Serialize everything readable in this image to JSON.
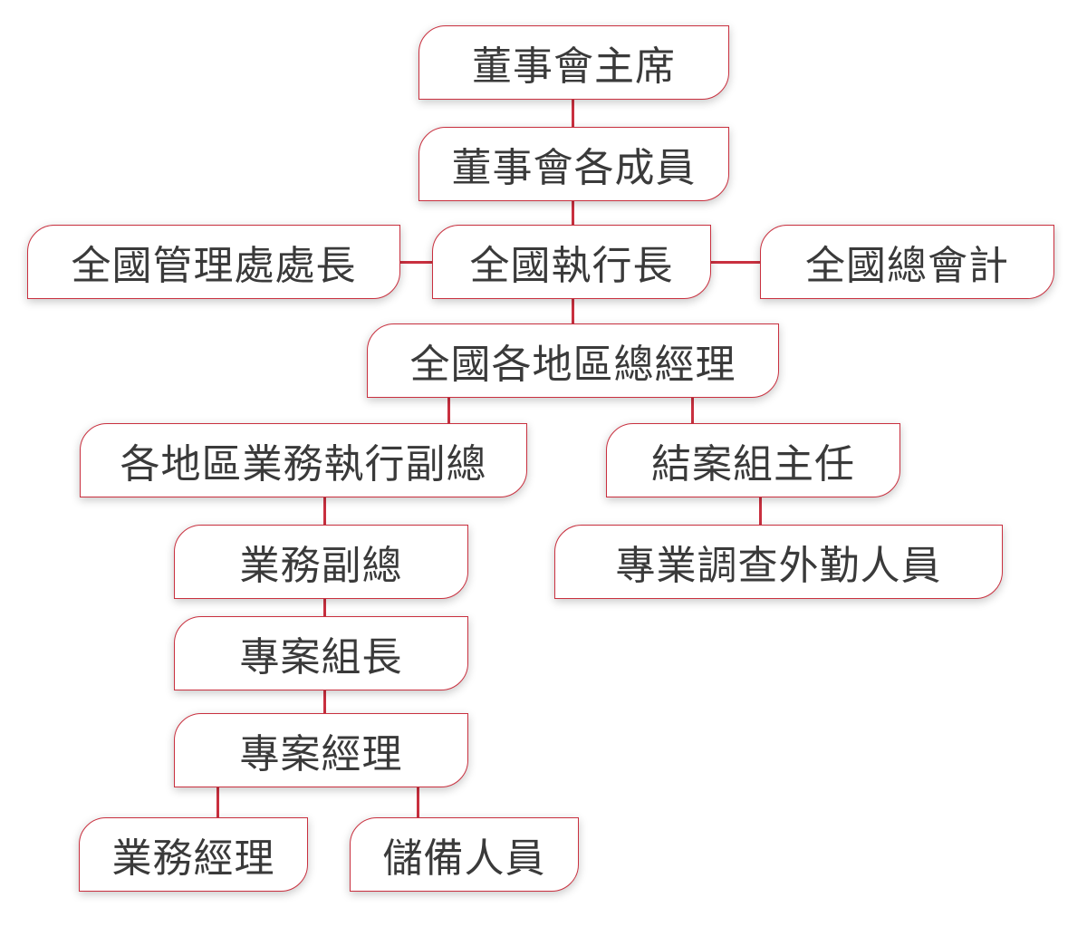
{
  "org_chart": {
    "nodes": [
      {
        "id": "chairman",
        "label": "董事會主席"
      },
      {
        "id": "board_members",
        "label": "董事會各成員"
      },
      {
        "id": "admin_head",
        "label": "全國管理處處長"
      },
      {
        "id": "ceo",
        "label": "全國執行長"
      },
      {
        "id": "chief_accountant",
        "label": "全國總會計"
      },
      {
        "id": "regional_gm",
        "label": "全國各地區總經理"
      },
      {
        "id": "business_evp",
        "label": "各地區業務執行副總"
      },
      {
        "id": "closing_head",
        "label": "結案組主任"
      },
      {
        "id": "business_vp",
        "label": "業務副總"
      },
      {
        "id": "field_staff",
        "label": "專業調查外勤人員"
      },
      {
        "id": "project_lead",
        "label": "專案組長"
      },
      {
        "id": "project_manager",
        "label": "專案經理"
      },
      {
        "id": "business_manager",
        "label": "業務經理"
      },
      {
        "id": "reserve_staff",
        "label": "儲備人員"
      }
    ],
    "edges": [
      {
        "from": "chairman",
        "to": "board_members"
      },
      {
        "from": "board_members",
        "to": "ceo"
      },
      {
        "from": "admin_head",
        "to": "ceo"
      },
      {
        "from": "ceo",
        "to": "chief_accountant"
      },
      {
        "from": "ceo",
        "to": "regional_gm"
      },
      {
        "from": "regional_gm",
        "to": "business_evp"
      },
      {
        "from": "regional_gm",
        "to": "closing_head"
      },
      {
        "from": "business_evp",
        "to": "business_vp"
      },
      {
        "from": "closing_head",
        "to": "field_staff"
      },
      {
        "from": "business_vp",
        "to": "project_lead"
      },
      {
        "from": "project_lead",
        "to": "project_manager"
      },
      {
        "from": "project_manager",
        "to": "business_manager"
      },
      {
        "from": "project_manager",
        "to": "reserve_staff"
      }
    ]
  },
  "colors": {
    "accent": "#c9303f",
    "text": "#3a3a3a",
    "node_fill": "#ffffff"
  }
}
